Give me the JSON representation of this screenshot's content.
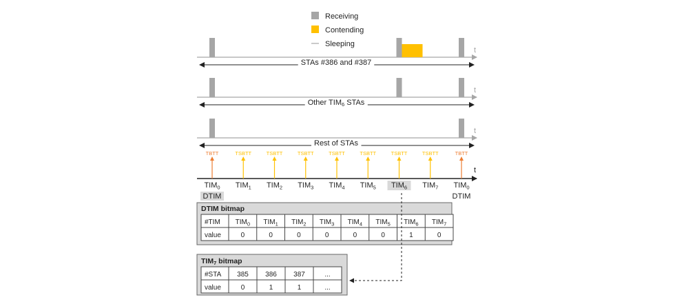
{
  "legend": {
    "receiving_label": "Receiving",
    "contending_label": "Contending",
    "sleeping_label": "Sleeping"
  },
  "colors": {
    "receiving": "#a6a6a6",
    "contending": "#ffc000",
    "sleeping": "#a6a6a6",
    "tbtt": "#ed7d31",
    "tsbtt": "#ffc000",
    "highlight": "#d9d9d9",
    "panel": "#d9d9d9"
  },
  "timelines": [
    {
      "label": "STAs #386 and #387",
      "axis_label": "t",
      "receive_slots": [
        0,
        6,
        8
      ],
      "contend_slot": 6
    },
    {
      "label": "Other TIM",
      "label_sub": "6",
      "label_suffix": " STAs",
      "axis_label": "t",
      "receive_slots": [
        0,
        6,
        8
      ]
    },
    {
      "label": "Rest of STAs",
      "axis_label": "t",
      "receive_slots": [
        0,
        8
      ]
    }
  ],
  "beacons": {
    "axis_label": "t",
    "markers": [
      {
        "type": "TBTT"
      },
      {
        "type": "TSBTT"
      },
      {
        "type": "TSBTT"
      },
      {
        "type": "TSBTT"
      },
      {
        "type": "TSBTT"
      },
      {
        "type": "TSBTT"
      },
      {
        "type": "TSBTT"
      },
      {
        "type": "TSBTT"
      },
      {
        "type": "TBTT"
      }
    ],
    "tim_labels": [
      {
        "base": "TIM",
        "sub": "0",
        "extra": "DTIM"
      },
      {
        "base": "TIM",
        "sub": "1"
      },
      {
        "base": "TIM",
        "sub": "2"
      },
      {
        "base": "TIM",
        "sub": "3"
      },
      {
        "base": "TIM",
        "sub": "4"
      },
      {
        "base": "TIM",
        "sub": "5"
      },
      {
        "base": "TIM",
        "sub": "6",
        "highlight": true
      },
      {
        "base": "TIM",
        "sub": "7"
      },
      {
        "base": "TIM",
        "sub": "0",
        "extra": "DTIM"
      }
    ]
  },
  "dtim_bitmap": {
    "title": "DTIM bitmap",
    "header_label": "#TIM",
    "row_label": "value",
    "columns": [
      {
        "base": "TIM",
        "sub": "0"
      },
      {
        "base": "TIM",
        "sub": "1"
      },
      {
        "base": "TIM",
        "sub": "2"
      },
      {
        "base": "TIM",
        "sub": "3"
      },
      {
        "base": "TIM",
        "sub": "4"
      },
      {
        "base": "TIM",
        "sub": "5"
      },
      {
        "base": "TIM",
        "sub": "6"
      },
      {
        "base": "TIM",
        "sub": "7"
      }
    ],
    "values": [
      "0",
      "0",
      "0",
      "0",
      "0",
      "0",
      "1",
      "0"
    ]
  },
  "tim_bitmap": {
    "title_base": "TIM",
    "title_sub": "7",
    "title_suffix": " bitmap",
    "header_label": "#STA",
    "row_label": "value",
    "columns": [
      "385",
      "386",
      "387",
      "..."
    ],
    "values": [
      "0",
      "1",
      "1",
      "..."
    ]
  }
}
